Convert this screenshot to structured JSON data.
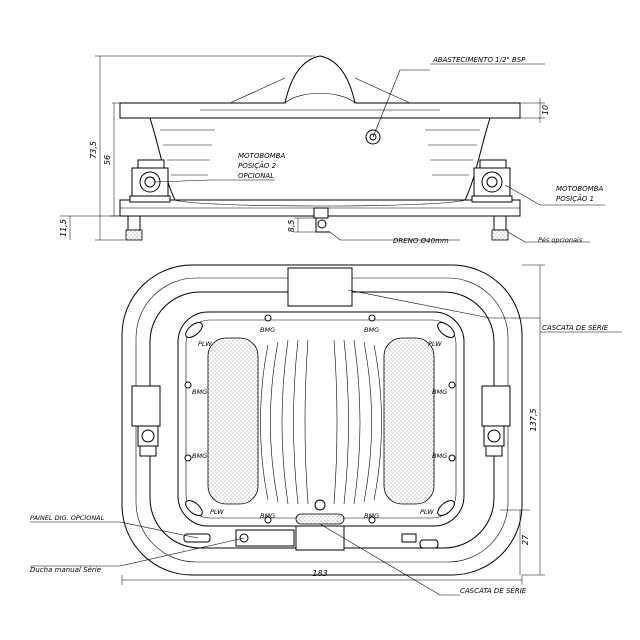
{
  "labels": {
    "supply": "ABASTECIMENTO 1/2\" BSP",
    "pump2_line1": "MOTOBOMBA",
    "pump2_line2": "POSIÇÃO 2",
    "pump2_line3": "OPCIONAL",
    "pump1_line1": "MOTOBOMBA",
    "pump1_line2": "POSIÇÃO 1",
    "drain": "DRENO Ø40mm",
    "feet": "Pés opcionais",
    "cascade_top": "CASCATA DE SÉRIE",
    "cascade_bottom": "CASCATA DE SÉRIE",
    "panel": "PAINEL DIG. OPCIONAL",
    "shower": "Ducha manual Série",
    "bmg": "BMG",
    "plw": "PLW"
  },
  "dimensions": {
    "total_height": "73,5",
    "body_height": "56",
    "rim": "10",
    "feet_height": "11,5",
    "drain_height": "8,5",
    "width": "183",
    "depth": "137,5",
    "front": "27"
  }
}
